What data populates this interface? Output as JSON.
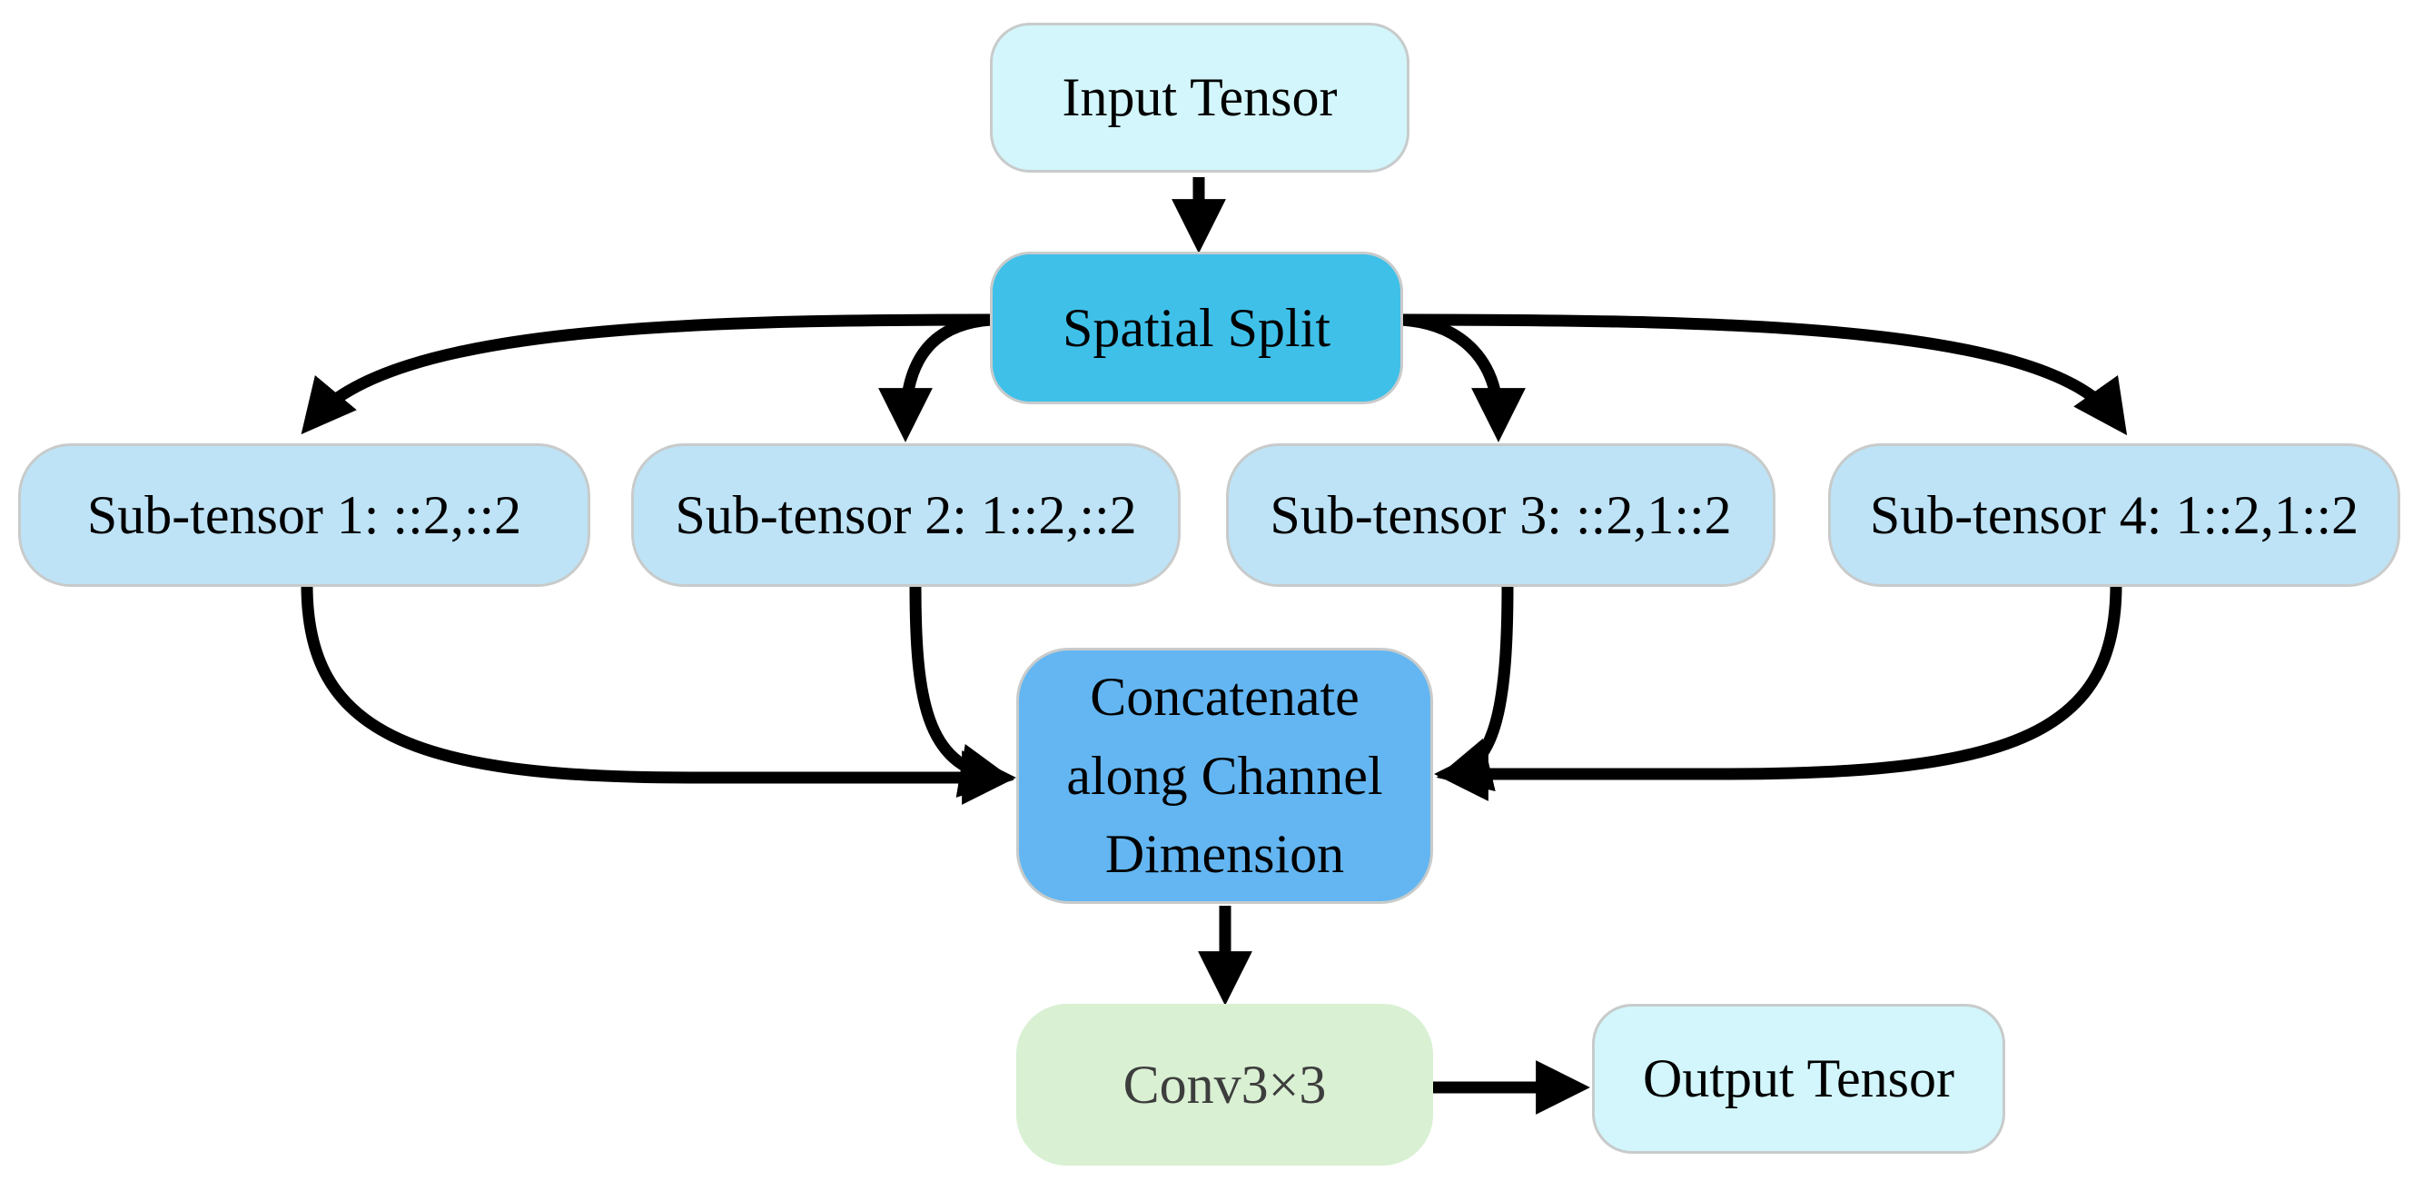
{
  "colors": {
    "background": "#ffffff",
    "arrow": "#000000",
    "border": "#c8cbcb",
    "node-cyan": "#d2f6fb",
    "node-blue": "#3fc0e9",
    "node-lightblue": "#bee3f6",
    "node-concat-blue": "#63b6f1",
    "node-green": "#d9f0d3",
    "text": "#000000",
    "conv-text": "#3d3d3d"
  },
  "nodes": {
    "input": {
      "label": "Input Tensor"
    },
    "split": {
      "label": "Spatial Split"
    },
    "sub1": {
      "label": "Sub-tensor 1: ::2,::2"
    },
    "sub2": {
      "label": "Sub-tensor 2: 1::2,::2"
    },
    "sub3": {
      "label": "Sub-tensor 3: ::2,1::2"
    },
    "sub4": {
      "label": "Sub-tensor 4: 1::2,1::2"
    },
    "concat": {
      "label": "Concatenate along Channel Dimension"
    },
    "conv": {
      "label": "Conv3×3"
    },
    "output": {
      "label": "Output Tensor"
    }
  },
  "edges": [
    {
      "from": "input",
      "to": "split"
    },
    {
      "from": "split",
      "to": "sub1"
    },
    {
      "from": "split",
      "to": "sub2"
    },
    {
      "from": "split",
      "to": "sub3"
    },
    {
      "from": "split",
      "to": "sub4"
    },
    {
      "from": "sub1",
      "to": "concat"
    },
    {
      "from": "sub2",
      "to": "concat"
    },
    {
      "from": "sub3",
      "to": "concat"
    },
    {
      "from": "sub4",
      "to": "concat"
    },
    {
      "from": "concat",
      "to": "conv"
    },
    {
      "from": "conv",
      "to": "output"
    }
  ]
}
